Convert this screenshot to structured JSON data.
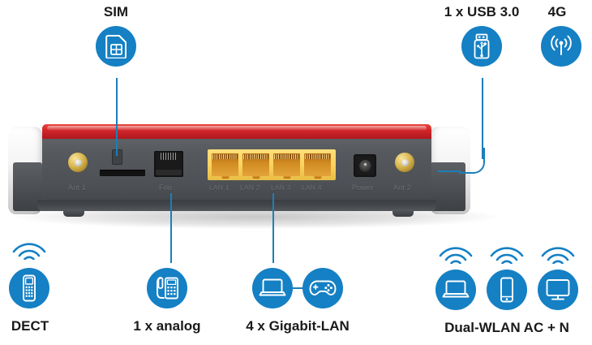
{
  "product": {
    "device_name": "Router rear panel",
    "accent_color": "#1580c4",
    "line_color": "#1b7fba",
    "label_color": "#1a1a1a",
    "port_label_color": "#6b6e72",
    "chassis_red": "#d0252a",
    "chassis_gray": "#55585c",
    "lan_yellow": "#fbd260",
    "sma_gold": "#d9b64e"
  },
  "callouts_top": [
    {
      "id": "sim",
      "label": "SIM",
      "icon": "sim-card-icon",
      "has_line": true
    },
    {
      "id": "usb",
      "label": "1 x USB 3.0",
      "icon": "usb-stick-icon",
      "has_line": true
    },
    {
      "id": "lte",
      "label": "4G",
      "icon": "cell-tower-icon",
      "has_line": false
    }
  ],
  "callouts_bottom": [
    {
      "id": "dect",
      "label": "DECT",
      "icons": [
        "cordless-phone-icon"
      ],
      "wifi": [
        true
      ],
      "has_line": false
    },
    {
      "id": "analog",
      "label": "1 x analog",
      "icons": [
        "desk-phone-icon"
      ],
      "wifi": [
        false
      ],
      "has_line": true
    },
    {
      "id": "giglan",
      "label": "4 x Gigabit-LAN",
      "icons": [
        "laptop-icon",
        "gamepad-icon"
      ],
      "wifi": [
        false,
        false
      ],
      "has_line": true
    },
    {
      "id": "wlan",
      "label": "Dual-WLAN AC + N",
      "icons": [
        "laptop-icon",
        "smartphone-icon",
        "monitor-icon"
      ],
      "wifi": [
        true,
        true,
        true
      ],
      "has_line": false
    }
  ],
  "rear_panel": {
    "ports": [
      {
        "id": "ant1",
        "label": "Ant 1",
        "type": "sma-antenna-connector"
      },
      {
        "id": "sim",
        "label": "",
        "type": "sim-card-slot"
      },
      {
        "id": "fon",
        "label": "Fon",
        "type": "rj11-phone-jack"
      },
      {
        "id": "lan1",
        "label": "LAN 1",
        "type": "rj45-ethernet-jack"
      },
      {
        "id": "lan2",
        "label": "LAN 2",
        "type": "rj45-ethernet-jack"
      },
      {
        "id": "lan3",
        "label": "LAN 3",
        "type": "rj45-ethernet-jack"
      },
      {
        "id": "lan4",
        "label": "LAN 4",
        "type": "rj45-ethernet-jack"
      },
      {
        "id": "power",
        "label": "Power",
        "type": "dc-power-jack"
      },
      {
        "id": "ant2",
        "label": "Ant 2",
        "type": "sma-antenna-connector"
      }
    ]
  }
}
